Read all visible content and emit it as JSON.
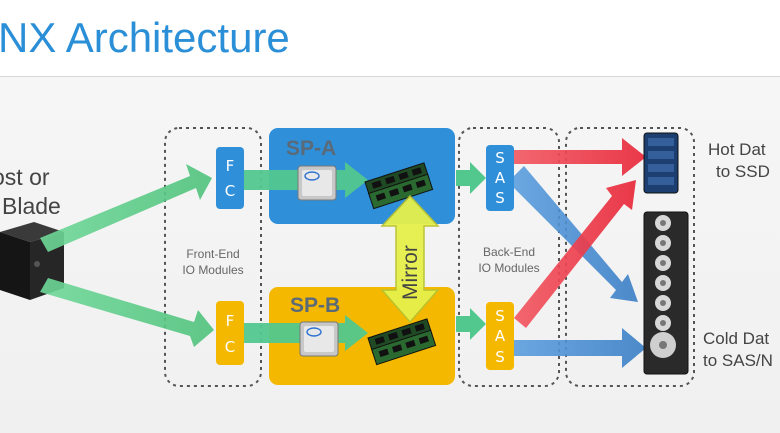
{
  "title": "NX Architecture",
  "host_label": [
    "ost or",
    "Blade"
  ],
  "hot_label": [
    "Hot Dat",
    "to SSD"
  ],
  "cold_label": [
    "Cold Dat",
    "to SAS/N"
  ],
  "front_end_label": [
    "Front-End",
    "IO Modules"
  ],
  "back_end_label": [
    "Back-End",
    "IO Modules"
  ],
  "sp_a": "SP-A",
  "sp_b": "SP-B",
  "mirror": "Mirror",
  "fc_letters": [
    "F",
    "C"
  ],
  "sas_letters": [
    "S",
    "A",
    "S"
  ],
  "colors": {
    "title": "#2b8fd8",
    "sp_a": "#2f8fd8",
    "sp_b": "#f5b800",
    "green_arrow": "#5fcf8a",
    "red_arrow": "#ef3e4a",
    "blue_arrow": "#4a8fd0",
    "mirror": "#e6f04a"
  }
}
